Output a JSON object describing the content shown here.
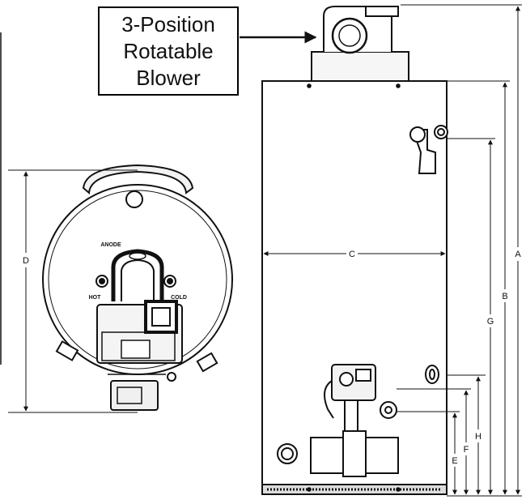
{
  "callout": {
    "lines": [
      "3-Position",
      "Rotatable",
      "Blower"
    ]
  },
  "dimensions": {
    "A": "A",
    "B": "B",
    "C": "C",
    "D": "D",
    "E": "E",
    "F": "F",
    "G": "G",
    "H": "H"
  },
  "top_view_labels": {
    "anode": "ANODE",
    "hot": "HOT",
    "cold": "COLD"
  },
  "colors": {
    "line": "#111111",
    "shade": "#e6e6e6",
    "background": "#ffffff"
  }
}
